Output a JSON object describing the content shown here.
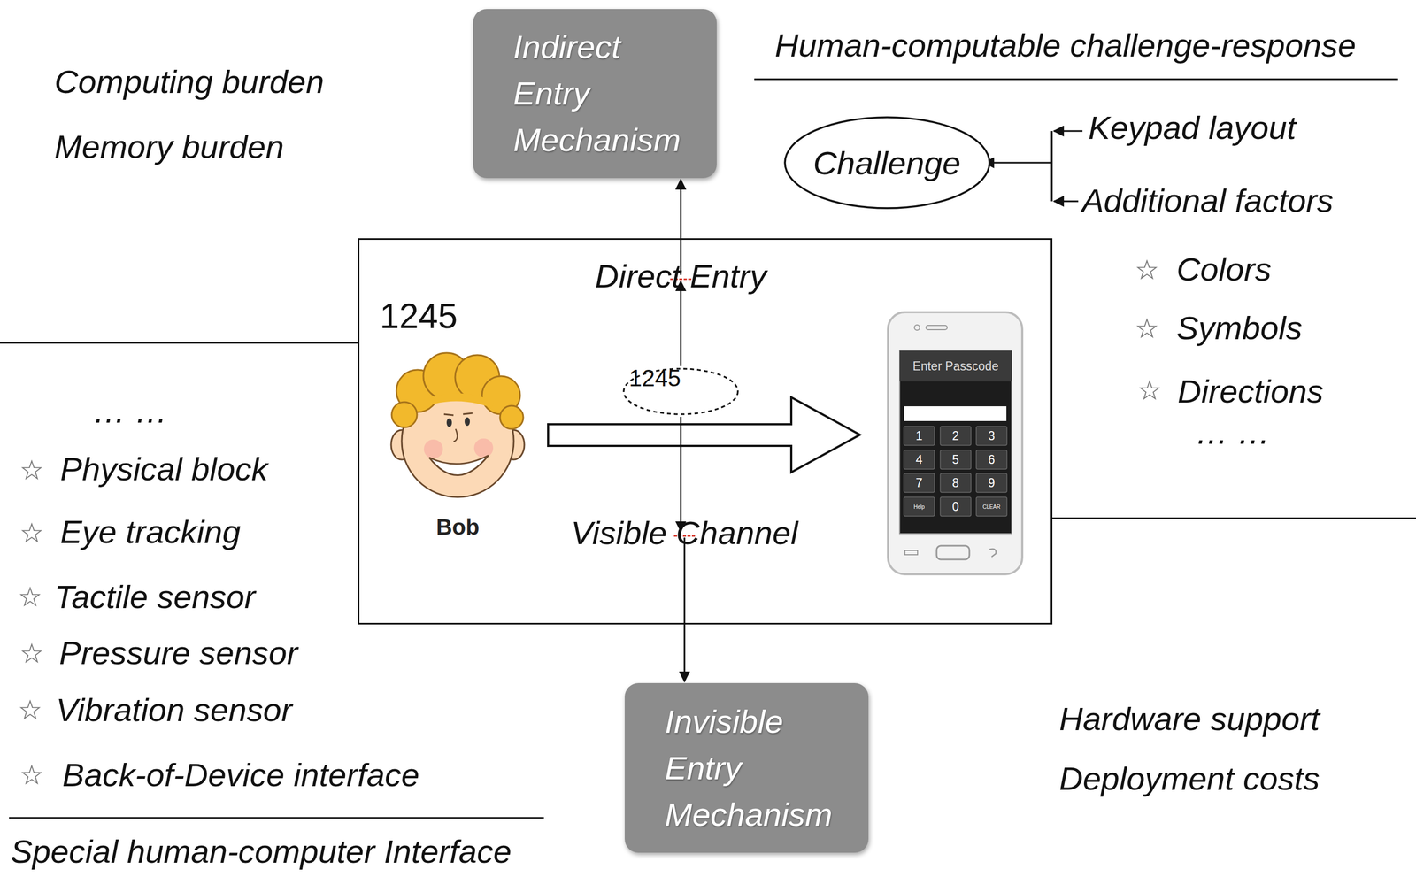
{
  "diagram": {
    "nodes": [
      {
        "text": [
          "Indirect Entry Mechanism"
        ]
      },
      {
        "text": [
          "1245"
        ]
      },
      {
        "text": [
          "1245"
        ],
        "in": 1
      },
      {
        "text": [
          "Direct Entry"
        ],
        "in": 1
      },
      {
        "text": [
          "Visible Channel"
        ],
        "in": 1
      },
      {
        "text": [
          "Invisible Entry Mechanism"
        ]
      },
      {
        "text": [
          "Challenge"
        ]
      }
    ],
    "edges": [
      {
        "from": 2,
        "to": 3,
        "arrow": "to"
      },
      {
        "from": 2,
        "to": 4,
        "arrow": "to"
      },
      {
        "from": 3,
        "to": 0,
        "arrow": "to"
      },
      {
        "from": 4,
        "to": 5,
        "arrow": "to"
      }
    ],
    "labels": [
      "Computing burden",
      "Memory burden",
      "Human-computable challenge-response",
      "Keypad layout",
      "Additional factors",
      "Colors",
      "Symbols",
      "Directions",
      "… …",
      "… …",
      "Physical block",
      "Eye tracking",
      "Tactile sensor",
      "Pressure sensor",
      "Vibration sensor",
      "Back-of-Device interface",
      "Special human-computer Interface",
      "Hardware support",
      "Deployment costs",
      "Bob",
      "Enter Passcode",
      "1",
      "2",
      "3",
      "4",
      "5",
      "6",
      "7",
      "8",
      "9",
      "Help",
      "0",
      "CLEAR"
    ]
  }
}
